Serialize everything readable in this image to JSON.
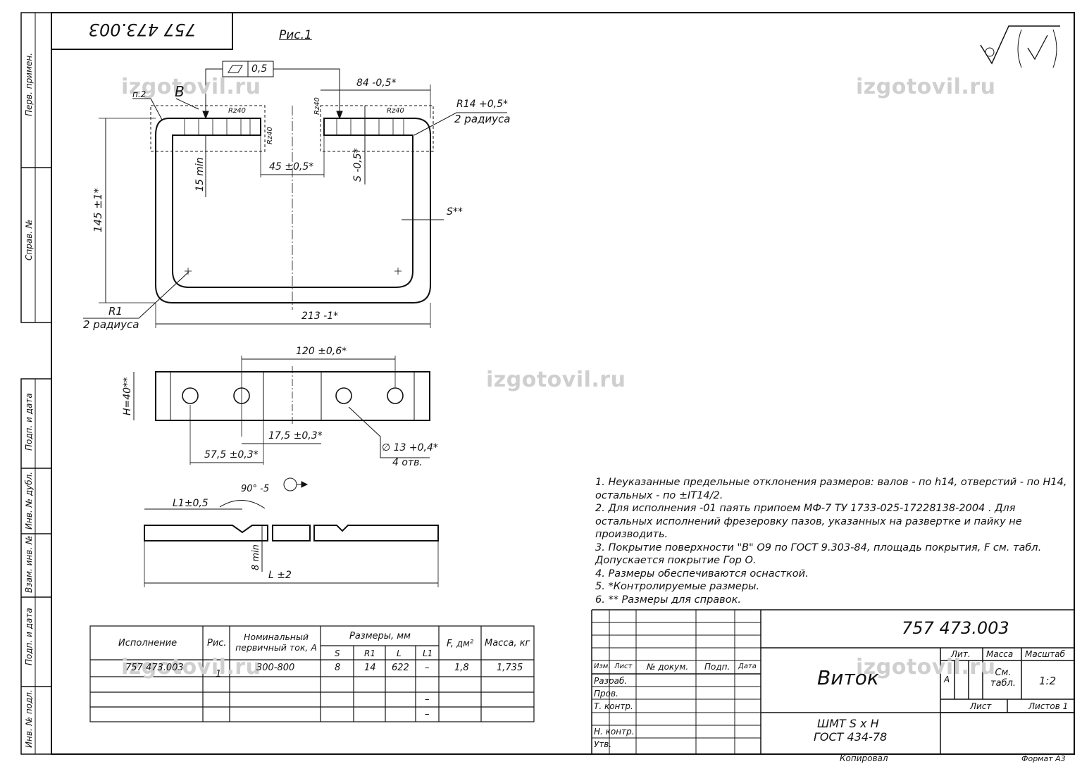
{
  "drawing": {
    "number_rotated": "757 473.003",
    "figure_label": "Рис.1",
    "surface_letter": "B",
    "tolerance_value": "0,5",
    "dims": {
      "d84": "84 -0,5*",
      "r14": "R14 +0,5*",
      "r14_note": "2 радиуса",
      "p2": "п.2",
      "rz40a": "Rz40",
      "rz40b": "Rz40",
      "rz40c": "Rz40",
      "rz40d": "Rz40",
      "d15min": "15 min",
      "d45": "45 ±0,5*",
      "s05": "S -0,5*",
      "s_ref": "S**",
      "d145": "145 ±1*",
      "r1": "R1",
      "r1_note": "2 радиуса",
      "d213": "213 -1*",
      "d120": "120 ±0,6*",
      "h40": "H=40**",
      "d17_5": "17,5 ±0,3*",
      "d57_5": "57,5 ±0,3*",
      "d13": "∅ 13 +0,4*",
      "holes": "4 отв.",
      "l1": "L1±0,5",
      "angle": "90° -5",
      "d8min": "8 min",
      "l2": "L ±2"
    }
  },
  "side_strip": [
    "Перв. примен.",
    "Справ. №",
    "Подп. и дата",
    "Инв. № дубл.",
    "Взам. инв. №",
    "Подп. и дата",
    "Инв. № подл."
  ],
  "notes": [
    "1.  Неуказанные предельные отклонения размеров: валов - по h14, отверстий - по H14, остальных - по ±IT14/2.",
    "2.  Для исполнения -01 паять припоем МФ-7 ТУ 1733-025-17228138-2004 . Для остальных исполнений фрезеровку пазов, указанных на развертке и пайку не производить.",
    "3.  Покрытие поверхности \"В\" O9 по ГОСТ 9.303-84, площадь покрытия, F см. табл. Допускается покрытие Гор О.",
    "4.  Размеры обеспечиваются оснасткой.",
    "5.  *Контролируемые размеры.",
    "6.  ** Размеры для справок."
  ],
  "spec_table": {
    "headers": {
      "variant": "Исполнение",
      "fig": "Рис.",
      "current": "Номинальный первичный ток, А",
      "sizes": "Размеры, мм",
      "s": "S",
      "r1": "R1",
      "l": "L",
      "l1": "L1",
      "f": "F, дм²",
      "mass": "Масса, кг"
    },
    "row": {
      "variant": "757 473.003",
      "fig": "1",
      "current": "300-800",
      "s": "8",
      "r1": "14",
      "l": "622",
      "l1": "–",
      "f": "1,8",
      "mass": "1,735"
    },
    "extra_dashes": [
      "–",
      "–"
    ]
  },
  "title_block": {
    "number": "757 473.003",
    "name": "Виток",
    "material_line1": "ШМТ S x H",
    "material_line2": "ГОСТ 434-78",
    "col_izm": "Изм.",
    "col_list": "Лист",
    "col_doc": "№ докум.",
    "col_sign": "Подп.",
    "col_date": "Дата",
    "razrab": "Разраб.",
    "prov": "Пров.",
    "tkontr": "Т. контр.",
    "nkontr": "Н. контр.",
    "utv": "Утв.",
    "lit": "Лит.",
    "massa": "Масса",
    "masshtab": "Масштаб",
    "lit_value": "А",
    "massa_value": "См. табл.",
    "masshtab_value": "1:2",
    "list_label": "Лист",
    "listov_label": "Листов 1",
    "kopiroval": "Копировал",
    "format": "Формат А3"
  },
  "watermark": "izgotovil.ru"
}
